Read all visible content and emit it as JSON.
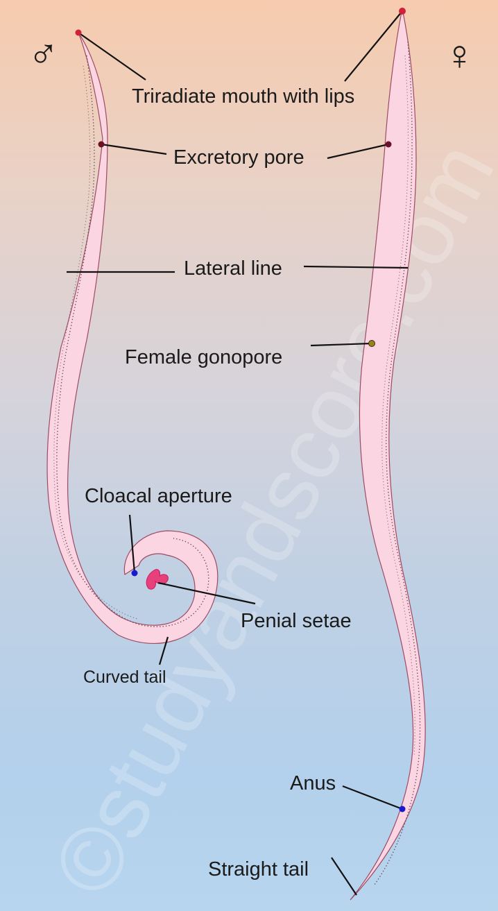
{
  "symbols": {
    "male": "♂",
    "female": "♀"
  },
  "labels": {
    "mouth": "Triradiate mouth with lips",
    "excretory": "Excretory pore",
    "lateral": "Lateral line",
    "gonopore": "Female gonopore",
    "cloacal": "Cloacal aperture",
    "penial": "Penial setae",
    "curved_tail": "Curved tail",
    "anus": "Anus",
    "straight_tail": "Straight tail"
  },
  "watermark": "©studyandscore.com",
  "colors": {
    "body_fill": "#fcd5e3",
    "body_outline": "#9c4a62",
    "mouth_dot": "#d0203a",
    "pore_dot": "#6b1025",
    "gonopore_dot": "#8a8a1a",
    "aperture_dot": "#1a1acc",
    "setae": "#e8407a"
  }
}
